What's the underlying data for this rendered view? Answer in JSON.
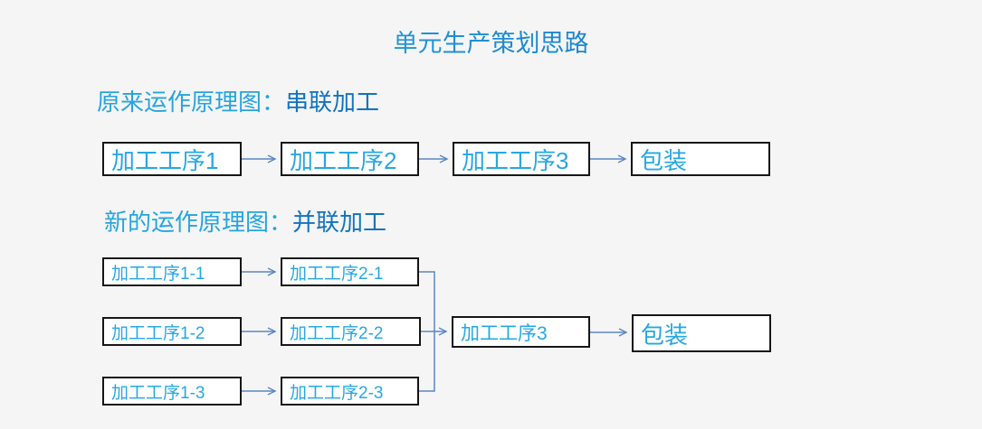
{
  "title": "单元生产策划思路",
  "sections": {
    "serial": {
      "heading_prefix": "原来运作原理图：",
      "heading_emphasis": "串联加工",
      "boxes": [
        "加工工序1",
        "加工工序2",
        "加工工序3",
        "包装"
      ]
    },
    "parallel": {
      "heading_prefix": "新的运作原理图：",
      "heading_emphasis": "并联加工",
      "rows": [
        {
          "step1": "加工工序1-1",
          "step2": "加工工序2-1"
        },
        {
          "step1": "加工工序1-2",
          "step2": "加工工序2-2"
        },
        {
          "step1": "加工工序1-3",
          "step2": "加工工序2-3"
        }
      ],
      "merge_box": "加工工序3",
      "final_box": "包装"
    }
  },
  "colors": {
    "background": "#f5f5f5",
    "title_gradient_start": "#2aa7e0",
    "title_gradient_end": "#1373c5",
    "heading_light_blue": "#26a5df",
    "heading_dark_blue": "#1173be",
    "box_text": "#27a7e2",
    "box_border": "#161616",
    "box_fill": "#ffffff",
    "arrow": "#5b87c5"
  }
}
